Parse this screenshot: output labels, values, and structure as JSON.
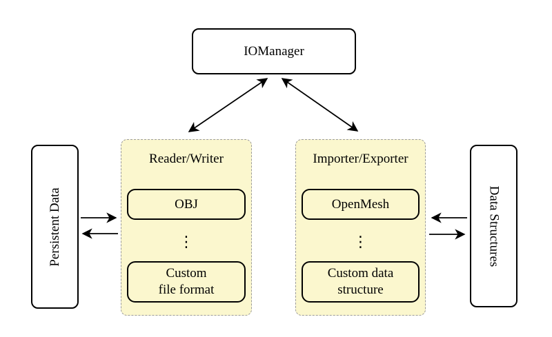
{
  "colors": {
    "canvas_bg": "#ffffff",
    "node_fill": "#ffffff",
    "node_border": "#000000",
    "group_fill": "#fbf7ce",
    "group_border": "#9b9b9b",
    "arrow": "#000000",
    "text": "#000000"
  },
  "nodes": {
    "iomanager": "IOManager",
    "persistent_data": "Persistent Data",
    "data_structures": "Data Structures"
  },
  "groups": {
    "reader_writer": {
      "title": "Reader/Writer",
      "item_top": "OBJ",
      "dots": "⋮",
      "item_bottom_line1": "Custom",
      "item_bottom_line2": "file format"
    },
    "importer_exporter": {
      "title": "Importer/Exporter",
      "item_top": "OpenMesh",
      "dots": "⋮",
      "item_bottom_line1": "Custom data",
      "item_bottom_line2": "structure"
    }
  }
}
